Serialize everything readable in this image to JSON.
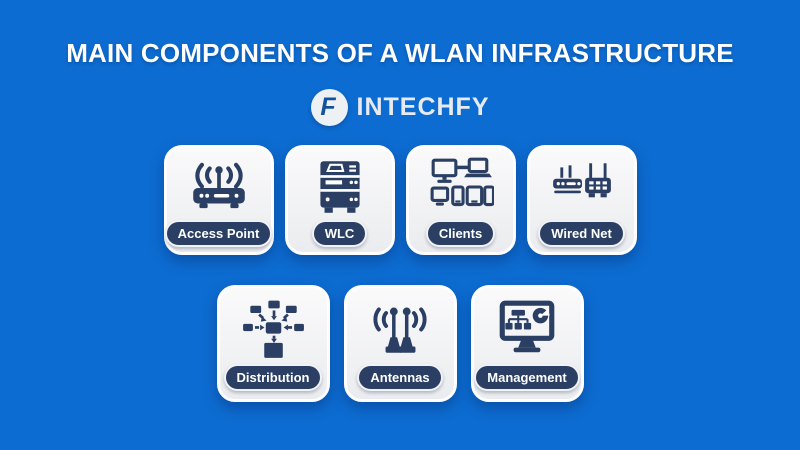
{
  "theme": {
    "background_color": "#0d6cd1",
    "navy_color": "#2a3f63",
    "card_color": "#f2f3f5",
    "title_color": "#ffffff"
  },
  "header": {
    "title": "MAIN COMPONENTS OF A WLAN INFRASTRUCTURE"
  },
  "logo": {
    "mark_letter": "F",
    "text": "INTECHFY"
  },
  "cards": [
    {
      "label": "Access Point",
      "icon": "access-point-icon"
    },
    {
      "label": "WLC",
      "icon": "wlc-icon"
    },
    {
      "label": "Clients",
      "icon": "clients-icon"
    },
    {
      "label": "Wired Net",
      "icon": "wired-net-icon"
    },
    {
      "label": "Distribution",
      "icon": "distribution-icon"
    },
    {
      "label": "Antennas",
      "icon": "antennas-icon"
    },
    {
      "label": "Management",
      "icon": "management-icon"
    }
  ]
}
